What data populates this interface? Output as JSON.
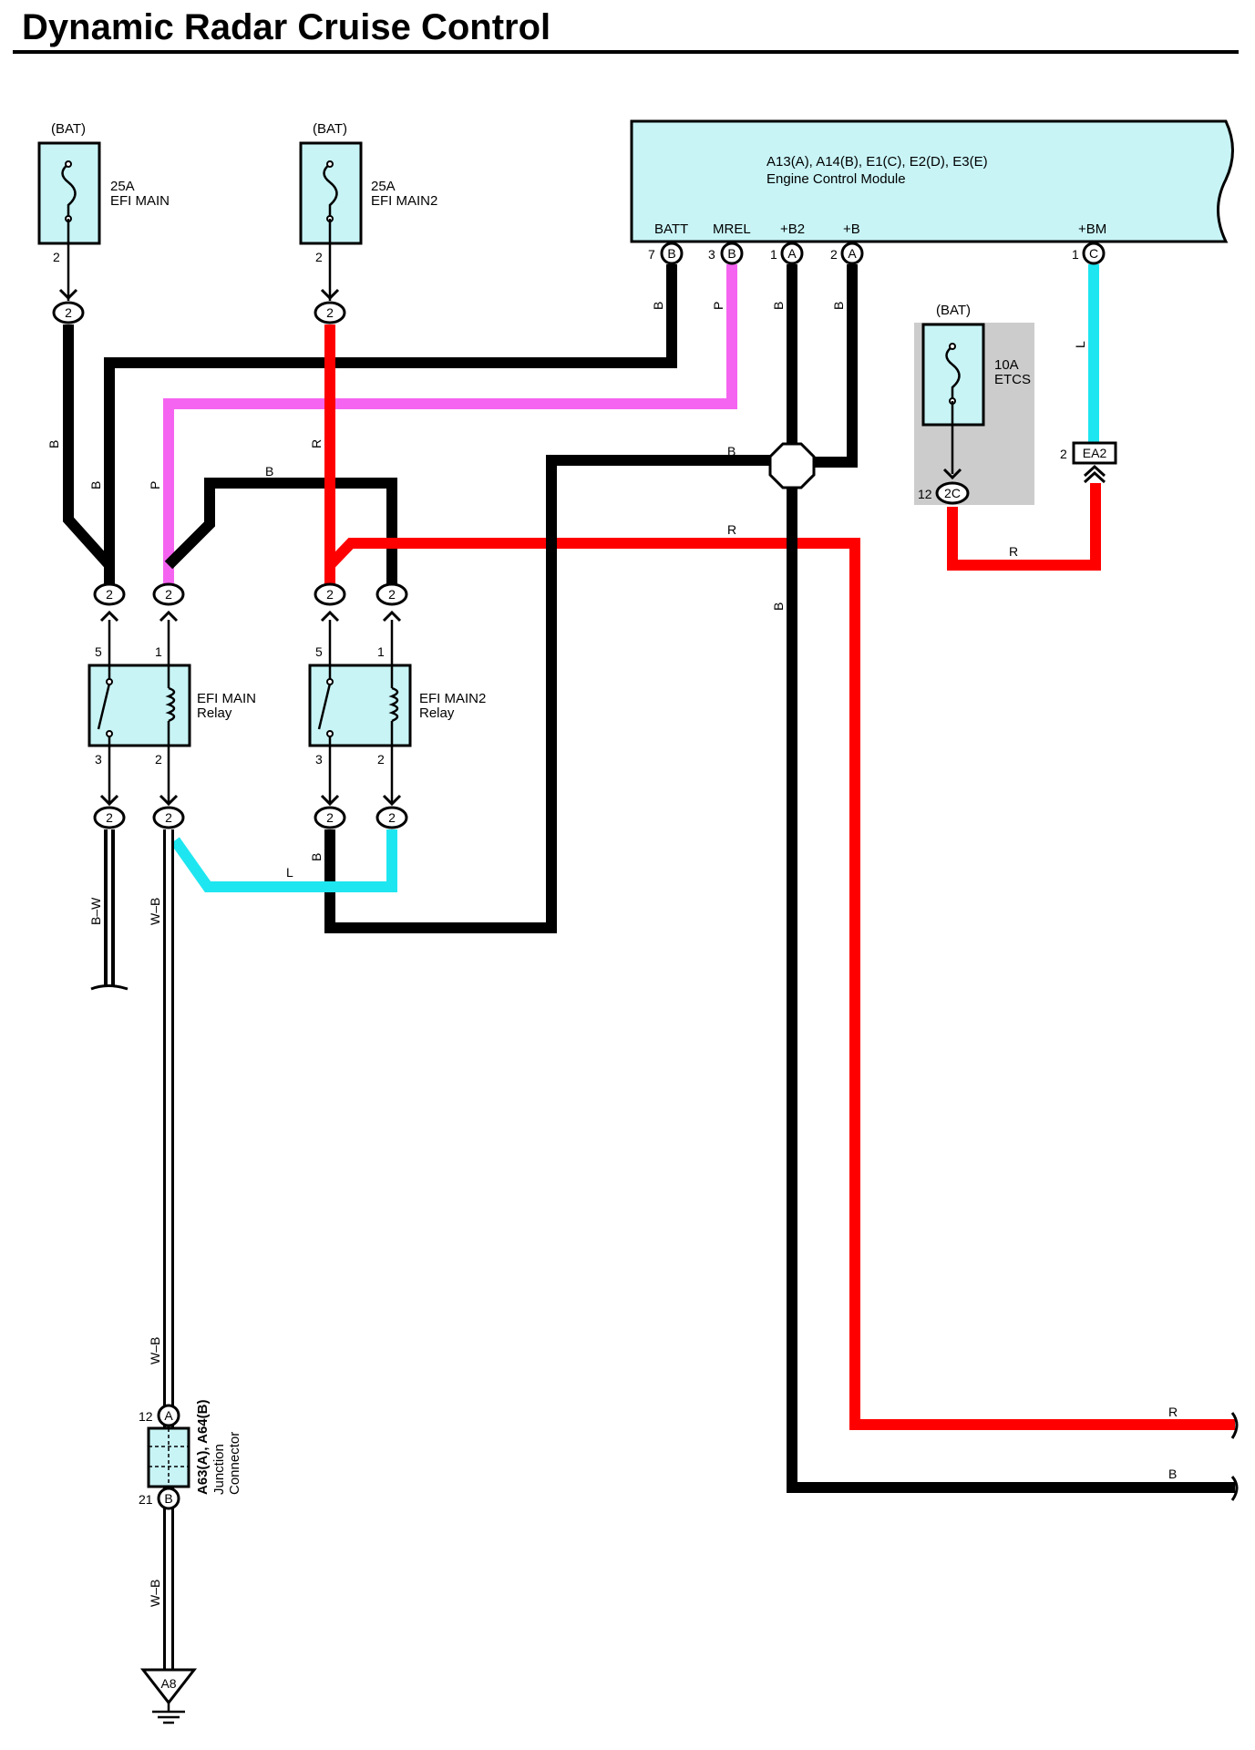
{
  "title": "Dynamic Radar Cruise Control",
  "colors": {
    "B": "#000000",
    "R": "#ff0000",
    "P": "#f564f0",
    "L": "#1ee6f0",
    "component_fill": "#c8f4f6",
    "shade": "#cccccc"
  },
  "fuses": {
    "efi_main": {
      "source": "(BAT)",
      "rating": "25A",
      "name": "EFI MAIN",
      "pin": "2",
      "conn": "2"
    },
    "efi_main2": {
      "source": "(BAT)",
      "rating": "25A",
      "name": "EFI MAIN2",
      "pin": "2",
      "conn": "2"
    },
    "etcs": {
      "source": "(BAT)",
      "rating": "10A",
      "name": "ETCS",
      "pin": "12",
      "conn": "2C"
    }
  },
  "ecm": {
    "connectors": "A13(A), A14(B), E1(C), E2(D), E3(E)",
    "name": "Engine Control Module",
    "terminals": [
      {
        "name": "BATT",
        "pin": "7",
        "conn": "B"
      },
      {
        "name": "MREL",
        "pin": "3",
        "conn": "B"
      },
      {
        "name": "+B2",
        "pin": "1",
        "conn": "A"
      },
      {
        "name": "+B",
        "pin": "2",
        "conn": "A"
      },
      {
        "name": "+BM",
        "pin": "1",
        "conn": "C"
      }
    ]
  },
  "relays": {
    "efi_main": {
      "name1": "EFI MAIN",
      "name2": "Relay",
      "pin_tl": "5",
      "pin_tr": "1",
      "pin_bl": "3",
      "pin_br": "2"
    },
    "efi_main2": {
      "name1": "EFI MAIN2",
      "name2": "Relay",
      "pin_tl": "5",
      "pin_tr": "1",
      "pin_bl": "3",
      "pin_br": "2"
    }
  },
  "connector_ea2": {
    "pin": "2",
    "name": "EA2"
  },
  "junction": {
    "name1": "A63(A), A64(B)",
    "name2": "Junction",
    "name3": "Connector",
    "top_pin": "12",
    "top_conn": "A",
    "bottom_pin": "21",
    "bottom_conn": "B"
  },
  "ground": {
    "name": "A8"
  },
  "conn_number": "2",
  "wire_labels": {
    "B": "B",
    "R": "R",
    "P": "P",
    "L": "L",
    "BW": "B–W",
    "WB": "W–B"
  }
}
